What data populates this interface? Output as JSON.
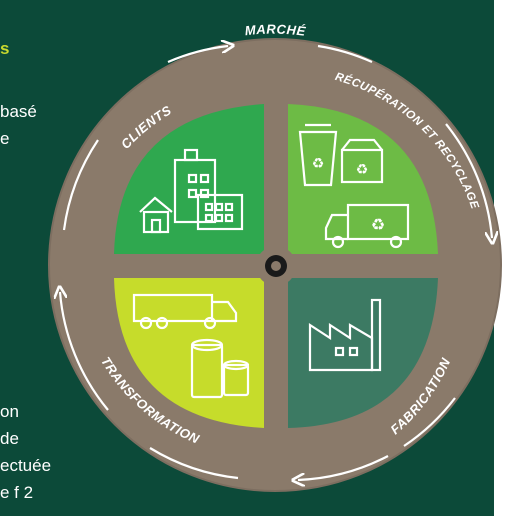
{
  "side_text": {
    "accent_fragment": "s",
    "line1": "basé",
    "line2": "e",
    "line3": "on",
    "line4": "de",
    "line5": "ectuée",
    "line6": "e f 2"
  },
  "cycle": {
    "labels": {
      "marche": "MARCHÉ",
      "recuperation": "RÉCUPÉRATION ET RECYCLAGE",
      "fabrication": "FABRICATION",
      "transformation": "TRANSFORMATION",
      "clients": "CLIENTS"
    },
    "quadrants": [
      {
        "name": "clients",
        "color": "#2fa84f",
        "icons": [
          "factory-icon",
          "house-icon",
          "office-building-icon"
        ]
      },
      {
        "name": "recuperation",
        "color": "#6dbb45",
        "icons": [
          "recycling-bin-icon",
          "recycling-container-icon",
          "recycling-truck-icon"
        ]
      },
      {
        "name": "fabrication",
        "color": "#3c7a63",
        "icons": [
          "factory-icon"
        ]
      },
      {
        "name": "transformation",
        "color": "#c6dc2b",
        "icons": [
          "delivery-truck-icon",
          "paper-roll-icon",
          "tissue-roll-icon"
        ]
      }
    ],
    "colors": {
      "panel": "#0c4a39",
      "ring": "#8a7a6a",
      "accent": "#c9d92e"
    }
  }
}
